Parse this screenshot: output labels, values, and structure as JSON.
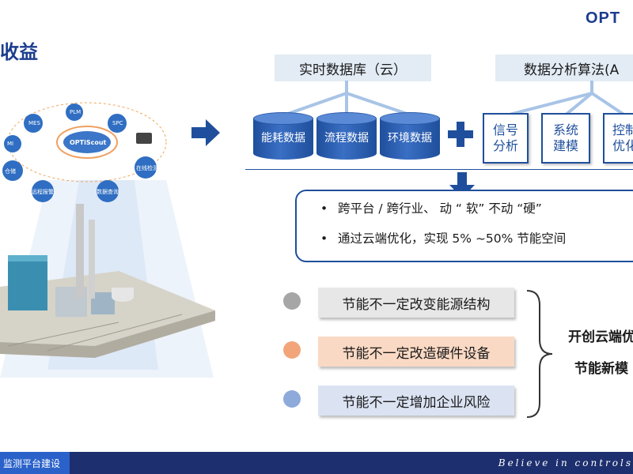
{
  "header": {
    "logo_text": "OPT",
    "title": "收益"
  },
  "illustration": {
    "nodes": [
      "MES",
      "PLM",
      "SPC",
      "MI",
      "仓储",
      "OPTiScout",
      "在线检测",
      "远程报警",
      "数据查询"
    ]
  },
  "database": {
    "cloud_label": "实时数据库（云）",
    "items": [
      "能耗数据",
      "流程数据",
      "环境数据"
    ]
  },
  "analysis": {
    "label": "数据分析算法(A",
    "items": [
      {
        "line1": "信号",
        "line2": "分析"
      },
      {
        "line1": "系统",
        "line2": "建模"
      },
      {
        "line1": "控制",
        "line2": "优化"
      }
    ]
  },
  "bullets": {
    "items": [
      "跨平台 / 跨行业、 动 “ 软” 不动 “硬”",
      "通过云端优化，实现 5% ~50% 节能空间"
    ]
  },
  "points": {
    "items": [
      {
        "text": "节能不一定改变能源结构"
      },
      {
        "text": "节能不一定改造硬件设备"
      },
      {
        "text": "节能不一定增加企业风险"
      }
    ]
  },
  "conclusion": {
    "line1": "开创云端优",
    "line2": "节能新模"
  },
  "footer": {
    "left_text": "监测平台建设",
    "right_text": "Believe in controls"
  },
  "colors": {
    "primary": "#1f4f9c",
    "footer_dark": "#1d2f6e",
    "footer_accent": "#2a62c9",
    "gray_dot": "#a6a6a6",
    "orange_dot": "#f3a57a",
    "blue_dot": "#8eaadb",
    "gray_pill": "#e7e7e7",
    "orange_pill": "#fad9c4",
    "blue_pill": "#dbe3f3"
  }
}
